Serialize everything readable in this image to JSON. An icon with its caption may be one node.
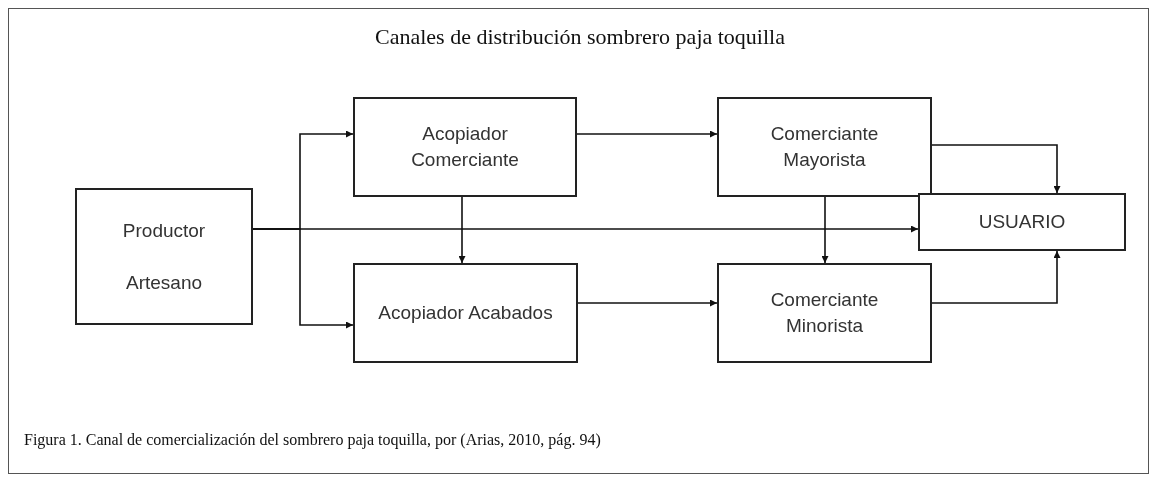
{
  "diagram": {
    "title": "Canales de distribución sombrero paja toquilla",
    "caption": "Figura 1. Canal de comercialización del sombrero paja toquilla, por (Arias, 2010, pág. 94)",
    "nodes": [
      {
        "text": [
          "Productor",
          "Artesano"
        ]
      },
      {
        "text": [
          "Acopiador Comerciante"
        ]
      },
      {
        "text": [
          "Acopiador Acabados"
        ]
      },
      {
        "text": [
          "Comerciante Mayorista"
        ]
      },
      {
        "text": [
          "USUARIO"
        ]
      },
      {
        "text": [
          "Comerciante Minorista"
        ]
      }
    ],
    "edges": [
      {
        "from": 0,
        "to": 1,
        "arrow": "to"
      },
      {
        "from": 0,
        "to": 2,
        "arrow": "to"
      },
      {
        "from": 0,
        "to": 4,
        "arrow": "to"
      },
      {
        "from": 1,
        "to": 2,
        "arrow": "to"
      },
      {
        "from": 1,
        "to": 3,
        "arrow": "to"
      },
      {
        "from": 2,
        "to": 5,
        "arrow": "to"
      },
      {
        "from": 3,
        "to": 5,
        "arrow": "to"
      },
      {
        "from": 3,
        "to": 4,
        "arrow": "to"
      },
      {
        "from": 5,
        "to": 4,
        "arrow": "to"
      }
    ]
  }
}
